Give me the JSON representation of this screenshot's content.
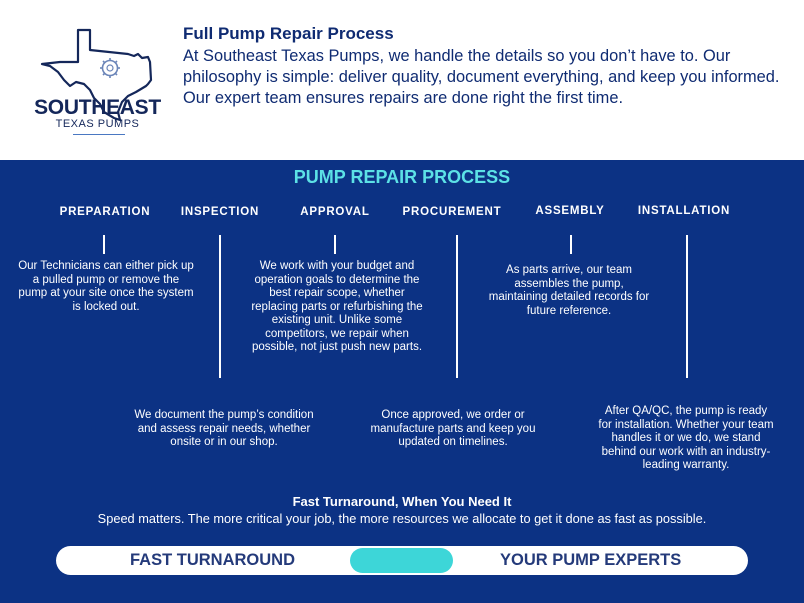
{
  "logo": {
    "name": "SOUTHEAST",
    "sub": "TEXAS PUMPS",
    "emblem": "texas-state-outline-with-gear"
  },
  "intro": {
    "title": "Full Pump Repair Process",
    "body": "At Southeast Texas Pumps, we handle the details so you don’t have to. Our philosophy is simple: deliver quality, document everything, and keep you informed. Our expert team ensures repairs are done right the first time."
  },
  "panel": {
    "title": "PUMP REPAIR PROCESS",
    "steps": [
      {
        "label": "PREPARATION",
        "desc": "Our Technicians can either pick up a pulled pump or remove the pump at your site once the system is locked out."
      },
      {
        "label": "INSPECTION",
        "desc": "We document the pump’s condition and assess repair needs, whether onsite or in our shop."
      },
      {
        "label": "APPROVAL",
        "desc": "We work with your budget and operation goals to determine the best repair scope, whether replacing parts or refurbishing the existing unit. Unlike some competitors, we repair when possible, not just push new parts."
      },
      {
        "label": "PROCUREMENT",
        "desc": "Once approved, we order or manufacture parts and keep you updated on timelines."
      },
      {
        "label": "ASSEMBLY",
        "desc": "As parts arrive, our team assembles the pump, maintaining detailed records for future reference."
      },
      {
        "label": "INSTALLATION",
        "desc": "After QA/QC, the pump is ready for installation. Whether your team handles it or we do, we stand behind our work with an industry-leading warranty."
      }
    ]
  },
  "turnaround": {
    "title": "Fast Turnaround, When You Need It",
    "body": "Speed matters. The more critical your job, the more resources we allocate to get it done as fast as possible."
  },
  "bar": {
    "left": "FAST TURNAROUND",
    "right": "YOUR PUMP EXPERTS"
  },
  "colors": {
    "panel": "#0c3284",
    "accent": "#5ce1e6",
    "pill": "#3dd6d8",
    "navy_text": "#0f2b72"
  }
}
